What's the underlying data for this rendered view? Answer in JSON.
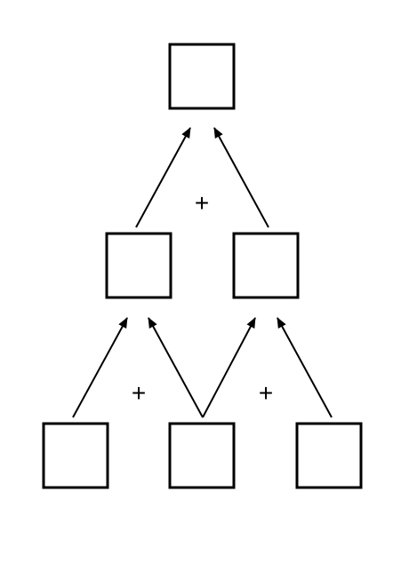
{
  "diagram": {
    "type": "additive-pyramid",
    "rows": [
      {
        "level": "top",
        "cells": [
          {
            "id": "top",
            "value": ""
          }
        ]
      },
      {
        "level": "middle",
        "cells": [
          {
            "id": "middle-left",
            "value": ""
          },
          {
            "id": "middle-right",
            "value": ""
          }
        ]
      },
      {
        "level": "bottom",
        "cells": [
          {
            "id": "bottom-left",
            "value": ""
          },
          {
            "id": "bottom-center",
            "value": ""
          },
          {
            "id": "bottom-right",
            "value": ""
          }
        ]
      }
    ],
    "operations": {
      "top_sum": "+",
      "middle_left_sum": "+",
      "middle_right_sum": "+"
    },
    "style": {
      "stroke_color": "#000000",
      "background_color": "#ffffff"
    }
  }
}
